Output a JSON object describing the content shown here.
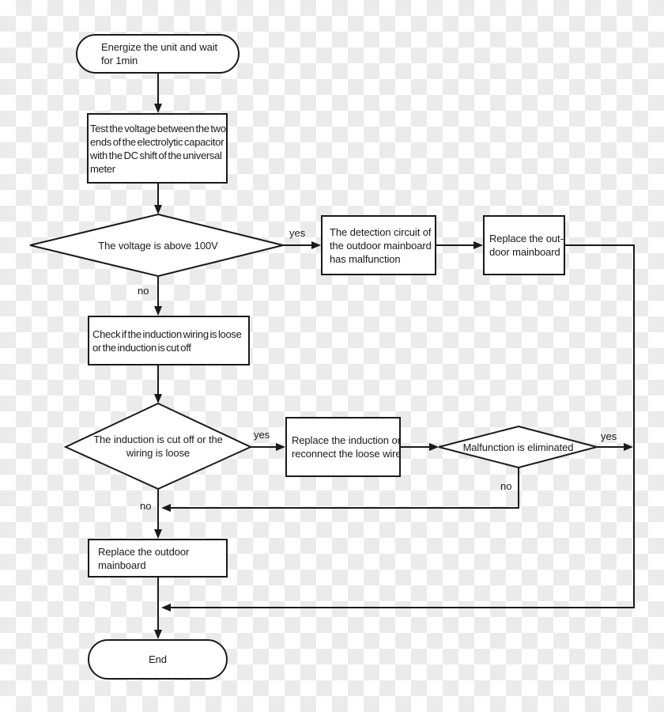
{
  "flowchart": {
    "nodes": {
      "start": "Energize the unit and wait\nfor 1min",
      "test_voltage": "Test the voltage between the two\nends of the electrolytic capacitor\nwith the DC shift of the universal\nmeter",
      "voltage_decision": "The voltage is above 100V",
      "detection_malfunction": "The detection circuit of\nthe outdoor mainboard\nhas malfunction",
      "replace_outdoor_mainboard_top": "Replace the out-\ndoor mainboard",
      "check_induction": "Check if the induction wiring is loose\nor the induction is cut off",
      "induction_decision": "The induction is cut off or the\nwiring is loose",
      "replace_induction": "Replace the induction or\nreconnect the loose wire",
      "eliminated_decision": "Malfunction is eliminated",
      "replace_outdoor_mainboard_bottom": "Replace the outdoor\nmainboard",
      "end": "End"
    },
    "edge_labels": {
      "voltage_yes": "yes",
      "voltage_no": "no",
      "induction_yes": "yes",
      "induction_no": "no",
      "eliminated_yes": "yes",
      "eliminated_no": "no"
    }
  },
  "colors": {
    "line": "#1a1a1a",
    "text": "#1a1a1a",
    "node_fill": "#ffffff",
    "checker_light": "#ffffff",
    "checker_gray": "#ebebeb"
  }
}
